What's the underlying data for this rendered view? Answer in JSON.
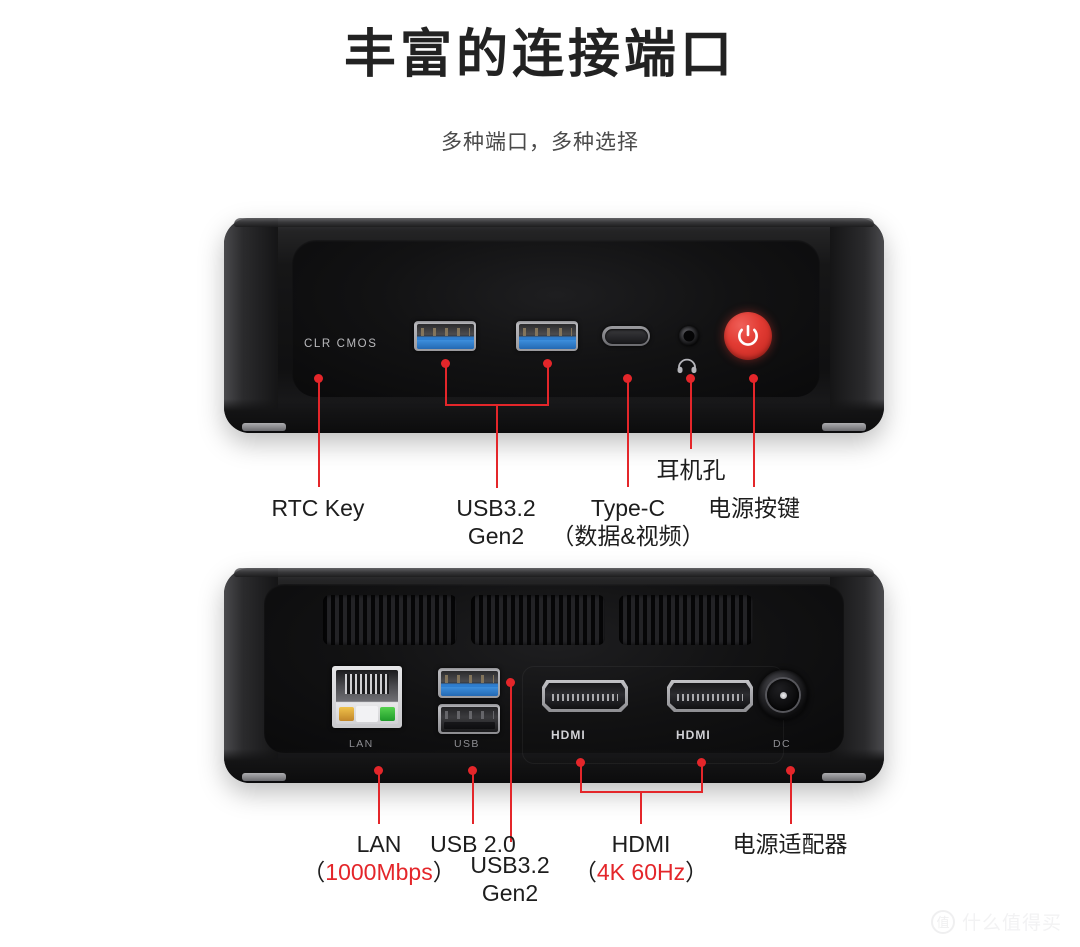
{
  "header": {
    "title": "丰富的连接端口",
    "subtitle": "多种端口，多种选择"
  },
  "colors": {
    "accent_red": "#e4262a",
    "power_button_red": "#e23b33",
    "usb3_blue": "#2f7fd1",
    "text_dark": "#1d1d1d",
    "background": "#ffffff"
  },
  "front_panel": {
    "silkscreen": {
      "clr_cmos": "CLR CMOS"
    },
    "ports": [
      {
        "name": "rtc-key",
        "label": "RTC Key",
        "sub": ""
      },
      {
        "name": "usb32-gen2-left",
        "label": "USB3.2",
        "sub": "Gen2"
      },
      {
        "name": "usb32-gen2-right",
        "label": "USB3.2",
        "sub": "Gen2"
      },
      {
        "name": "type-c",
        "label": "Type-C",
        "sub": "（数据&视频）"
      },
      {
        "name": "headphone-jack",
        "label": "耳机孔",
        "sub": ""
      },
      {
        "name": "power-button",
        "label": "电源按键",
        "sub": ""
      }
    ],
    "callouts": [
      {
        "label": "RTC Key",
        "sub": ""
      },
      {
        "label": "USB3.2",
        "sub": "Gen2"
      },
      {
        "label": "Type-C",
        "sub": "（数据&视频）"
      },
      {
        "label": "耳机孔",
        "sub": ""
      },
      {
        "label": "电源按键",
        "sub": ""
      }
    ]
  },
  "rear_panel": {
    "silkscreen": {
      "lan": "LAN",
      "usb": "USB",
      "hdmi_left": "HDMI",
      "hdmi_right": "HDMI",
      "dc": "DC"
    },
    "callouts": [
      {
        "label": "LAN",
        "sub_prefix": "（",
        "sub_red": "1000Mbps",
        "sub_suffix": "）"
      },
      {
        "label": "USB 2.0",
        "sub_prefix": "",
        "sub_red": "",
        "sub_suffix": ""
      },
      {
        "label": "USB3.2",
        "sub_prefix": "",
        "sub_red": "",
        "sub_suffix": "",
        "sub2": "Gen2"
      },
      {
        "label": "HDMI",
        "sub_prefix": "（",
        "sub_red": "4K 60Hz",
        "sub_suffix": "）"
      },
      {
        "label": "电源适配器",
        "sub_prefix": "",
        "sub_red": "",
        "sub_suffix": ""
      }
    ]
  },
  "watermark": {
    "logo_char": "值",
    "text": "什么值得买"
  }
}
